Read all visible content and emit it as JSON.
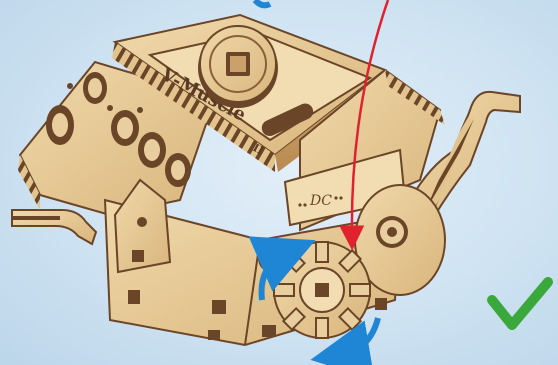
{
  "model": {
    "engraving_main": "V-Muscle",
    "engraving_logo": "DC",
    "engraving_roman": "II"
  },
  "annotations": {
    "pointer_arrow_color": "#e0222e",
    "rotation_arrow_color": "#1f86d6",
    "checkmark_color": "#3aa83a"
  },
  "colors": {
    "background": "#cfe3f2",
    "plywood_light": "#e9cf9f",
    "plywood_mid": "#d7b47b",
    "plywood_edge": "#6b4527"
  }
}
